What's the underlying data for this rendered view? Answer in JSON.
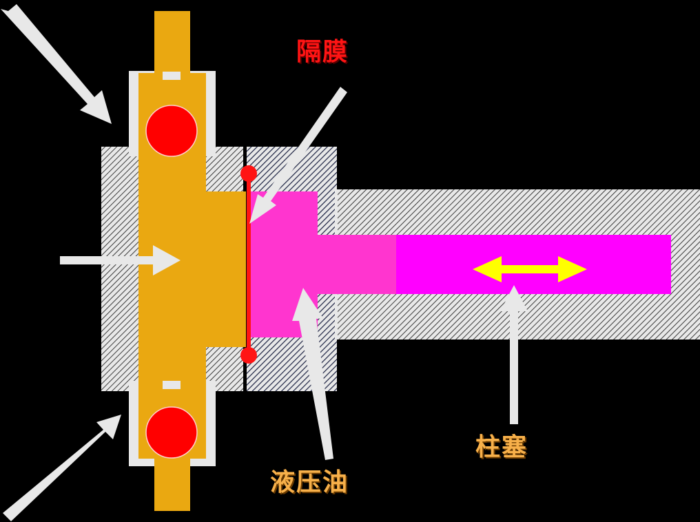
{
  "labels": {
    "diaphragm": "隔膜",
    "hydraulic_oil": "液压油",
    "plunger": "柱塞"
  },
  "colors": {
    "background": "#000000",
    "housing": "#e8e8e8",
    "hatch": "#3a3a3a",
    "pump_fluid": "#eaa811",
    "hydraulic_oil": "#ff35cf",
    "plunger": "#ff00ff",
    "diaphragm": "#ff1414",
    "check_ball": "#ff0000",
    "arrow": "#e8e8e8",
    "plunger_motion_arrow": "#ffff00",
    "label_red": "#ff1414",
    "label_orange": "#f7b04a"
  },
  "icons": {
    "plunger_motion": "double-headed-arrow-icon",
    "pointers": "arrow-icon"
  }
}
